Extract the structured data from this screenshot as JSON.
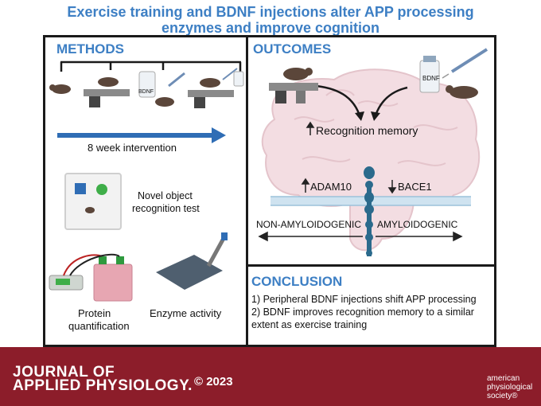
{
  "title_line1": "Exercise training and BDNF injections alter APP processing",
  "title_line2": "enzymes and improve cognition",
  "methods": {
    "heading": "METHODS",
    "intervention": "8 week intervention",
    "vial_label": "BDNF",
    "novel_object_line1": "Novel object",
    "novel_object_line2": "recognition test",
    "protein_line1": "Protein",
    "protein_line2": "quantification",
    "enzyme": "Enzyme activity"
  },
  "outcomes": {
    "heading": "OUTCOMES",
    "vial_label": "BDNF",
    "recognition": "Recognition memory",
    "adam10": "ADAM10",
    "bace1": "BACE1",
    "non_amyloidogenic": "NON-AMYLOIDOGENIC",
    "amyloidogenic": "AMYLOIDOGENIC"
  },
  "conclusion": {
    "heading": "CONCLUSION",
    "line1": "1) Peripheral BDNF injections shift APP processing",
    "line2": "2) BDNF improves recognition memory to a similar",
    "line3": "extent as exercise training"
  },
  "footer": {
    "journal_line1": "JOURNAL OF",
    "journal_line2": "APPLIED PHYSIOLOGY.",
    "copyright": "© 2023",
    "society_line1": "american",
    "society_line2": "physiological",
    "society_line3": "society®"
  },
  "colors": {
    "title": "#3d7fc4",
    "footer": "#8c1d2a",
    "arrow": "#2f6db5",
    "protein": "#2b6a8c"
  }
}
